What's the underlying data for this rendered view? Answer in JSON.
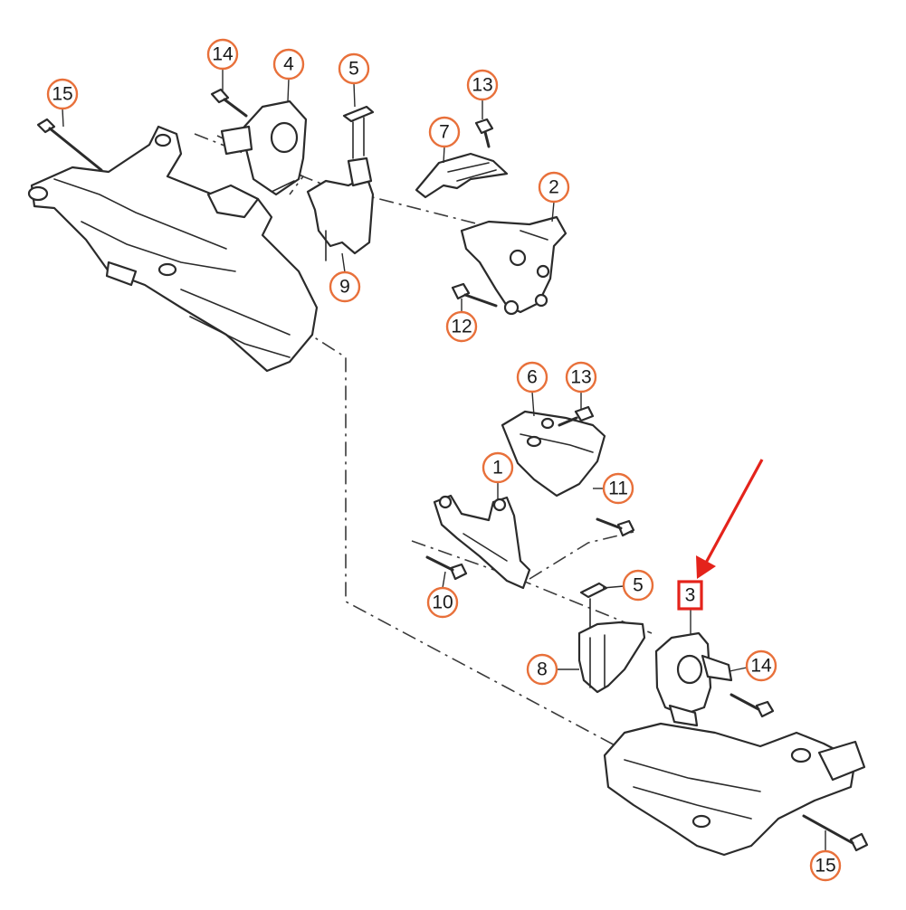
{
  "diagram": {
    "accent_color": "#e8703a",
    "highlight_color": "#e4231b",
    "callouts": [
      {
        "id": "c15a",
        "label": "15"
      },
      {
        "id": "c14a",
        "label": "14"
      },
      {
        "id": "c4",
        "label": "4"
      },
      {
        "id": "c5a",
        "label": "5"
      },
      {
        "id": "c13a",
        "label": "13"
      },
      {
        "id": "c7",
        "label": "7"
      },
      {
        "id": "c2",
        "label": "2"
      },
      {
        "id": "c9",
        "label": "9"
      },
      {
        "id": "c12",
        "label": "12"
      },
      {
        "id": "c6",
        "label": "6"
      },
      {
        "id": "c13b",
        "label": "13"
      },
      {
        "id": "c1",
        "label": "1"
      },
      {
        "id": "c11",
        "label": "11"
      },
      {
        "id": "c10",
        "label": "10"
      },
      {
        "id": "c5b",
        "label": "5"
      },
      {
        "id": "c8",
        "label": "8"
      },
      {
        "id": "c14b",
        "label": "14"
      },
      {
        "id": "c15b",
        "label": "15"
      }
    ],
    "highlighted": {
      "label": "3"
    }
  }
}
